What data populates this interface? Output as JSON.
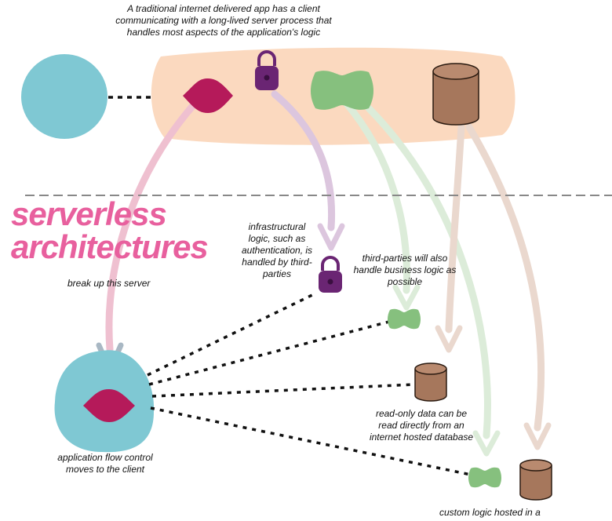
{
  "texts": {
    "intro": "A traditional internet delivered app has a client communicating with a long-lived server process that handles most aspects of the application's logic",
    "headline": "serverless architectures",
    "break_up": "break up this server",
    "infra_note": "infrastructural logic, such as authentication, is handled by third-parties",
    "third_party_note": "third-parties will also handle business logic as possible",
    "readonly_note": "read-only data can be read directly from an internet hosted database",
    "client_note": "application flow control moves to the client",
    "custom_note": "custom logic hosted in a"
  },
  "colors": {
    "client": "#7fc8d3",
    "server_band": "#fbd9bf",
    "flow": "#b51a5a",
    "auth": "#6a2573",
    "business": "#86c07e",
    "database": "#a6775c",
    "headline": "#e8609e",
    "divider": "#888888"
  },
  "icons": [
    "client-circle",
    "flow-diamond-icon",
    "lock-icon",
    "bone-icon",
    "database-icon"
  ]
}
